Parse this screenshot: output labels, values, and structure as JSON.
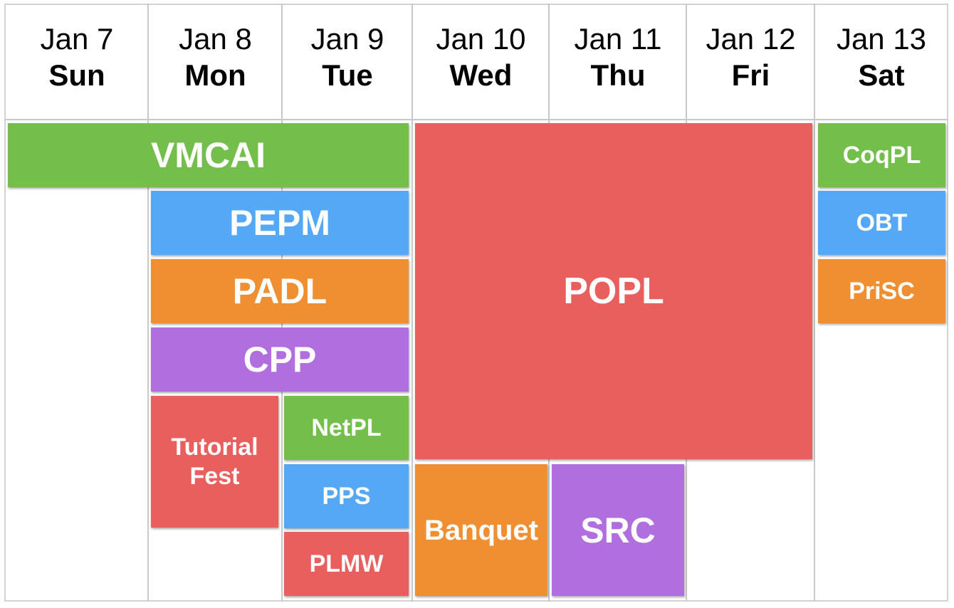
{
  "days": [
    {
      "date": "Jan 7",
      "day": "Sun"
    },
    {
      "date": "Jan 8",
      "day": "Mon"
    },
    {
      "date": "Jan 9",
      "day": "Tue"
    },
    {
      "date": "Jan 10",
      "day": "Wed"
    },
    {
      "date": "Jan 11",
      "day": "Thu"
    },
    {
      "date": "Jan 12",
      "day": "Fri"
    },
    {
      "date": "Jan 13",
      "day": "Sat"
    }
  ],
  "colors": {
    "green": "#74bf4b",
    "blue": "#55a8f5",
    "orange": "#f08f32",
    "purple": "#b06edf",
    "red": "#e95f5d"
  },
  "events": {
    "vmcai": {
      "label": "VMCAI",
      "color": "green"
    },
    "pepm": {
      "label": "PEPM",
      "color": "blue"
    },
    "padl": {
      "label": "PADL",
      "color": "orange"
    },
    "cpp": {
      "label": "CPP",
      "color": "purple"
    },
    "tutorialfest": {
      "label": "Tutorial\nFest",
      "color": "red"
    },
    "netpl": {
      "label": "NetPL",
      "color": "green"
    },
    "pps": {
      "label": "PPS",
      "color": "blue"
    },
    "plmw": {
      "label": "PLMW",
      "color": "red"
    },
    "popl": {
      "label": "POPL",
      "color": "red"
    },
    "banquet": {
      "label": "Banquet",
      "color": "orange"
    },
    "src": {
      "label": "SRC",
      "color": "purple"
    },
    "coqpl": {
      "label": "CoqPL",
      "color": "green"
    },
    "obt": {
      "label": "OBT",
      "color": "blue"
    },
    "prisc": {
      "label": "PriSC",
      "color": "orange"
    }
  }
}
